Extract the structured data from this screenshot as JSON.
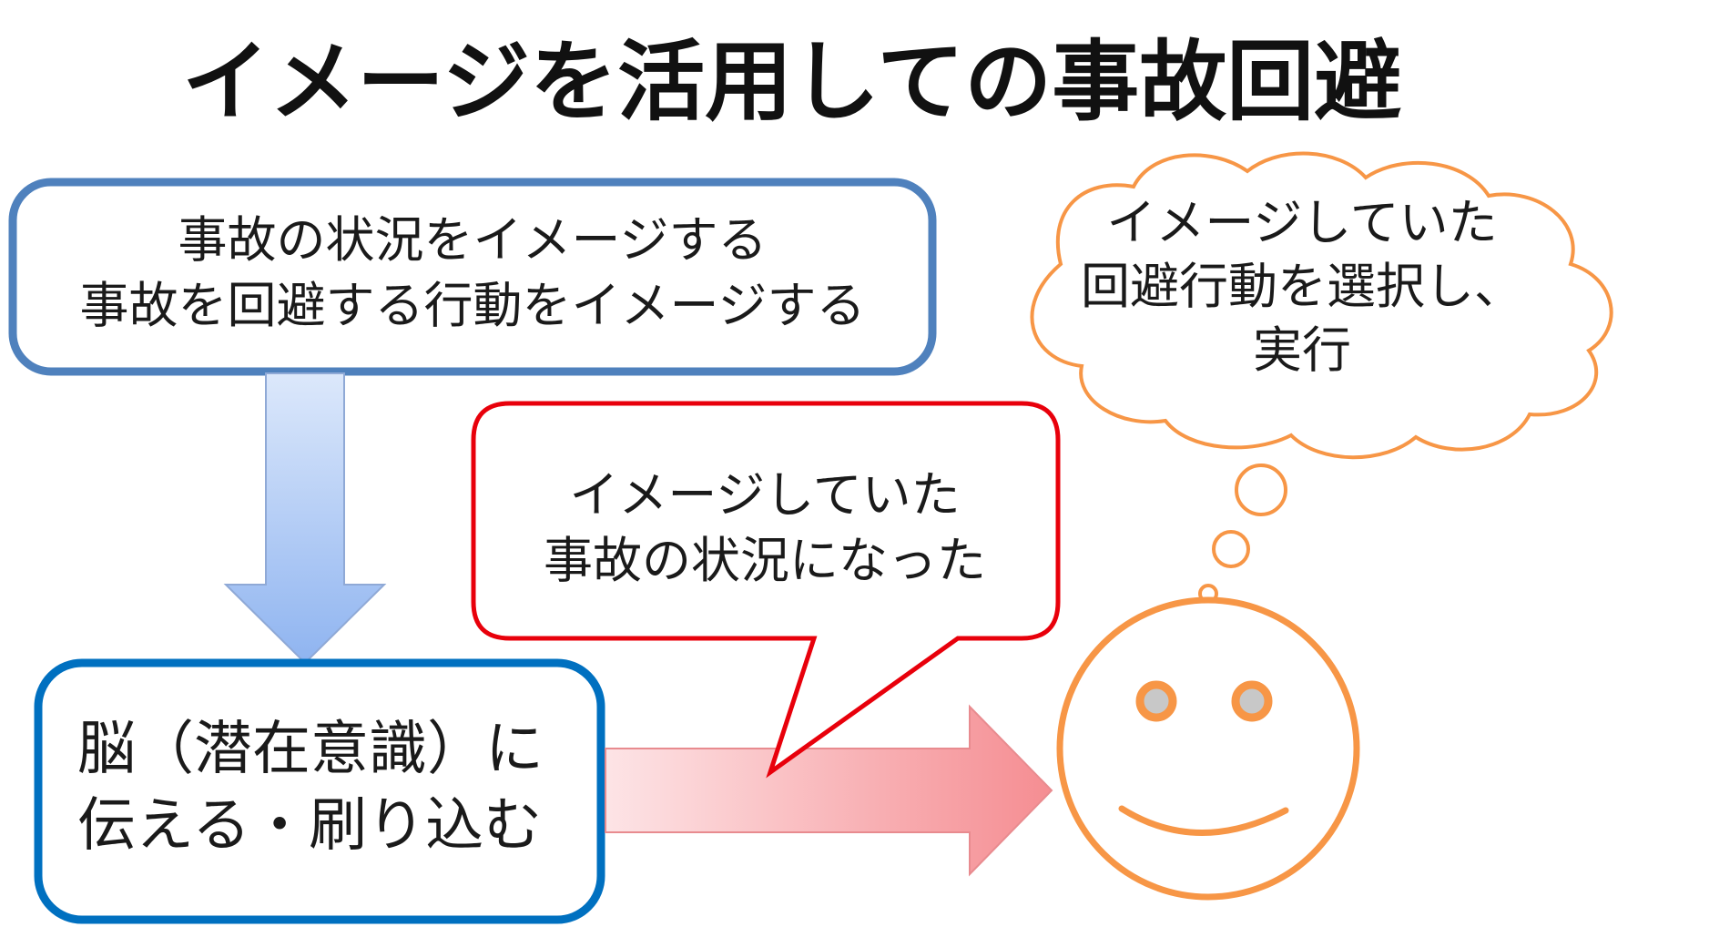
{
  "title": "イメージを活用しての事故回避",
  "top_box": {
    "lines": [
      "事故の状況をイメージする",
      "事故を回避する行動をイメージする"
    ]
  },
  "speech_bubble": {
    "lines": [
      "イメージしていた",
      "事故の状況になった"
    ]
  },
  "thought_bubble": {
    "lines": [
      "イメージしていた",
      "回避行動を選択し、",
      "実行"
    ]
  },
  "bottom_box": {
    "lines": [
      "脳（潜在意識）に",
      "伝える・刷り込む"
    ]
  },
  "colors": {
    "top_box_border": "#4f81bd",
    "bottom_box_border": "#0070c0",
    "speech_border": "#e8000b",
    "face_stroke": "#f79646",
    "eye_fill": "#c8c8c8",
    "down_arrow_fill_top": "#dce8fb",
    "down_arrow_fill_bottom": "#8fb4f0",
    "right_arrow_fill_start": "#fde4e6",
    "right_arrow_fill_end": "#f58d92"
  },
  "icons": [
    "down-arrow-icon",
    "right-arrow-icon",
    "smiley-face-icon",
    "thought-cloud-icon"
  ]
}
